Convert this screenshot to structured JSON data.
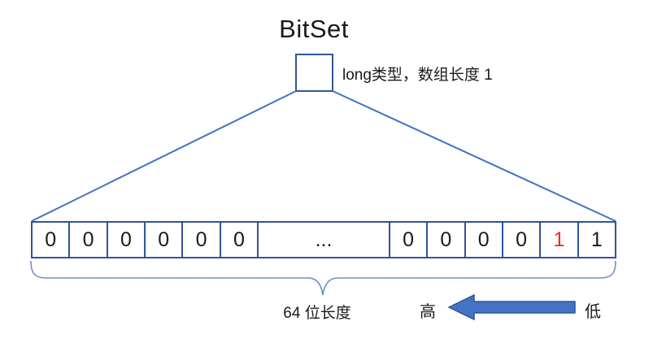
{
  "title": "BitSet",
  "box_label": "long类型，数组长度 1",
  "bit_row": {
    "cells": [
      "0",
      "0",
      "0",
      "0",
      "0",
      "0",
      "...",
      "0",
      "0",
      "0",
      "0",
      "1",
      "1"
    ],
    "wide_index": 6,
    "red_index": 11
  },
  "brace_label": "64 位长度",
  "arrow": {
    "direction": "left",
    "left_label": "高",
    "right_label": "低"
  },
  "colors": {
    "border_blue": "#2F5597",
    "line_blue": "#4472C4",
    "arrow_fill": "#4472C4",
    "highlight_red": "#F52C1F",
    "text_black": "#1a1a1a"
  }
}
